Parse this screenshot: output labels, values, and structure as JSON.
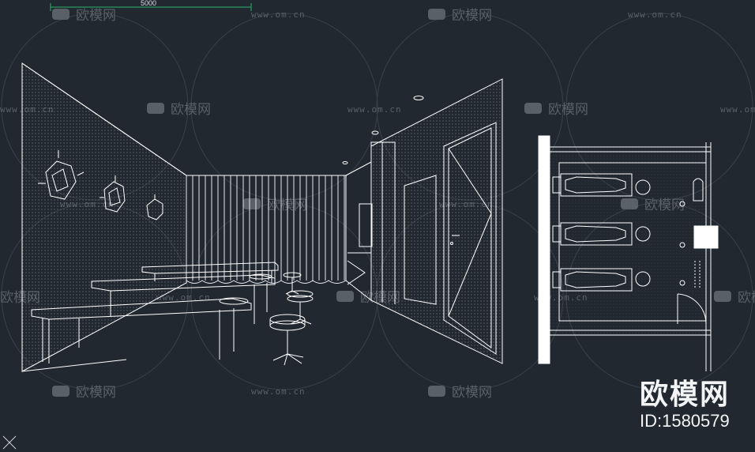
{
  "dimension_label": "5000",
  "watermark": {
    "brand_text": "欧模网",
    "url_text": "www.om.cn"
  },
  "brand_badge": {
    "name": "欧模网",
    "id_text": "ID:1580579"
  },
  "colors": {
    "background": "#212830",
    "line": "#ffffff",
    "watermark": "#5a6068",
    "dimension_line": "#2db36b"
  }
}
